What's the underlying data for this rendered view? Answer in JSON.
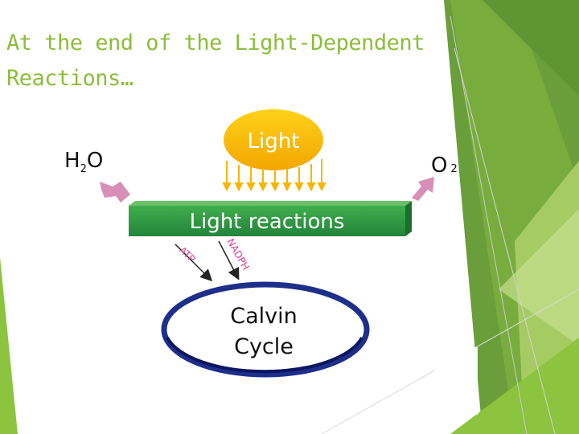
{
  "slide": {
    "title_line1": "At the end of the Light-Dependent",
    "title_line2": "Reactions…"
  },
  "diagram": {
    "light_label": "Light",
    "input_label": "H",
    "input_subscript": "2",
    "input_suffix": "O",
    "output_label": "O",
    "output_subscript": "2",
    "light_reactions_label": "Light reactions",
    "atp_label": "ATP",
    "nadph_label": "NADPH",
    "calvin_line1": "Calvin",
    "calvin_line2": "Cycle"
  },
  "colors": {
    "title": "#8cbd3a",
    "accent_green": "#8cc43f",
    "dark_green": "#5f9b33",
    "sun_yellow": "#f7b500",
    "reactions_green": "#2f9a3e",
    "arrow_pink": "#d78fb8",
    "cycle_blue": "#1d2f8a"
  }
}
